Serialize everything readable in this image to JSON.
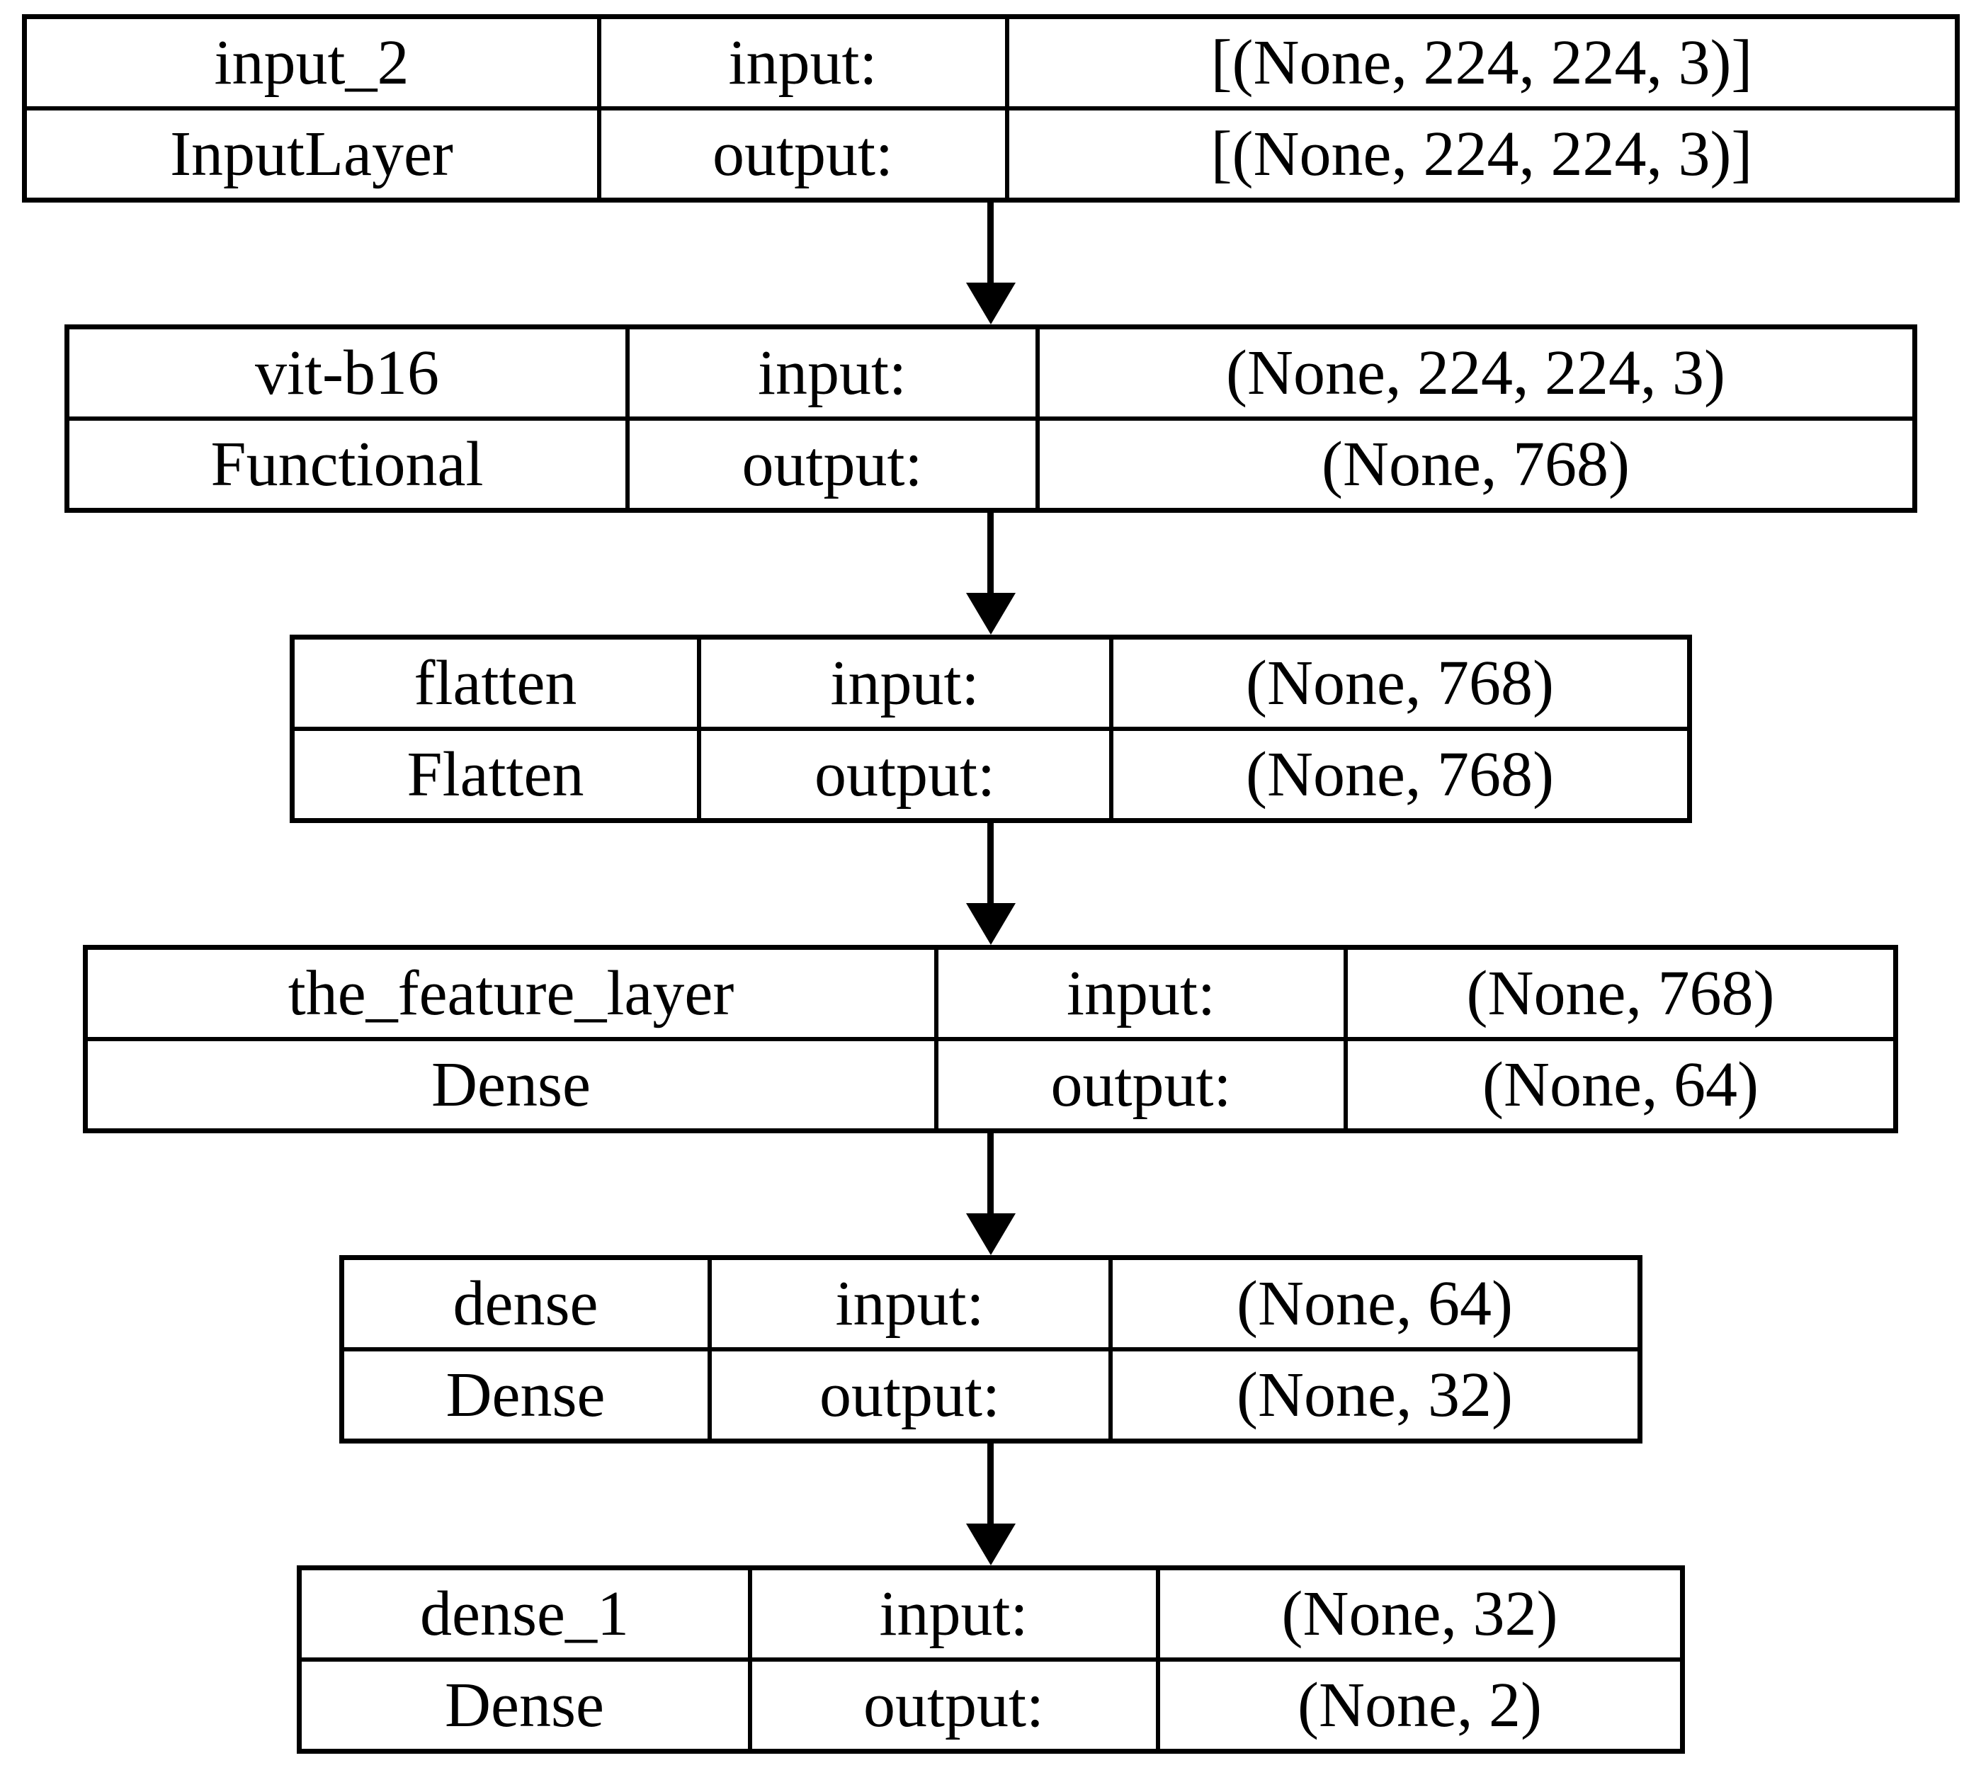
{
  "diagram": {
    "kind": "keras-model-architecture",
    "background_color": "#ffffff",
    "line_color": "#000000",
    "text_color": "#000000",
    "input_label": "input:",
    "output_label": "output:"
  },
  "nodes": [
    {
      "name": "input_2",
      "layer_type": "InputLayer",
      "input_label": "input:",
      "output_label": "output:",
      "input_shape": "[(None, 224, 224, 3)]",
      "output_shape": "[(None, 224, 224, 3)]"
    },
    {
      "name": "vit-b16",
      "layer_type": "Functional",
      "input_label": "input:",
      "output_label": "output:",
      "input_shape": "(None, 224, 224, 3)",
      "output_shape": "(None, 768)"
    },
    {
      "name": "flatten",
      "layer_type": "Flatten",
      "input_label": "input:",
      "output_label": "output:",
      "input_shape": "(None, 768)",
      "output_shape": "(None, 768)"
    },
    {
      "name": "the_feature_layer",
      "layer_type": "Dense",
      "input_label": "input:",
      "output_label": "output:",
      "input_shape": "(None, 768)",
      "output_shape": "(None, 64)"
    },
    {
      "name": "dense",
      "layer_type": "Dense",
      "input_label": "input:",
      "output_label": "output:",
      "input_shape": "(None, 64)",
      "output_shape": "(None, 32)"
    },
    {
      "name": "dense_1",
      "layer_type": "Dense",
      "input_label": "input:",
      "output_label": "output:",
      "input_shape": "(None, 32)",
      "output_shape": "(None, 2)"
    }
  ],
  "edges": [
    {
      "from": "input_2",
      "to": "vit-b16"
    },
    {
      "from": "vit-b16",
      "to": "flatten"
    },
    {
      "from": "flatten",
      "to": "the_feature_layer"
    },
    {
      "from": "the_feature_layer",
      "to": "dense"
    },
    {
      "from": "dense",
      "to": "dense_1"
    }
  ]
}
